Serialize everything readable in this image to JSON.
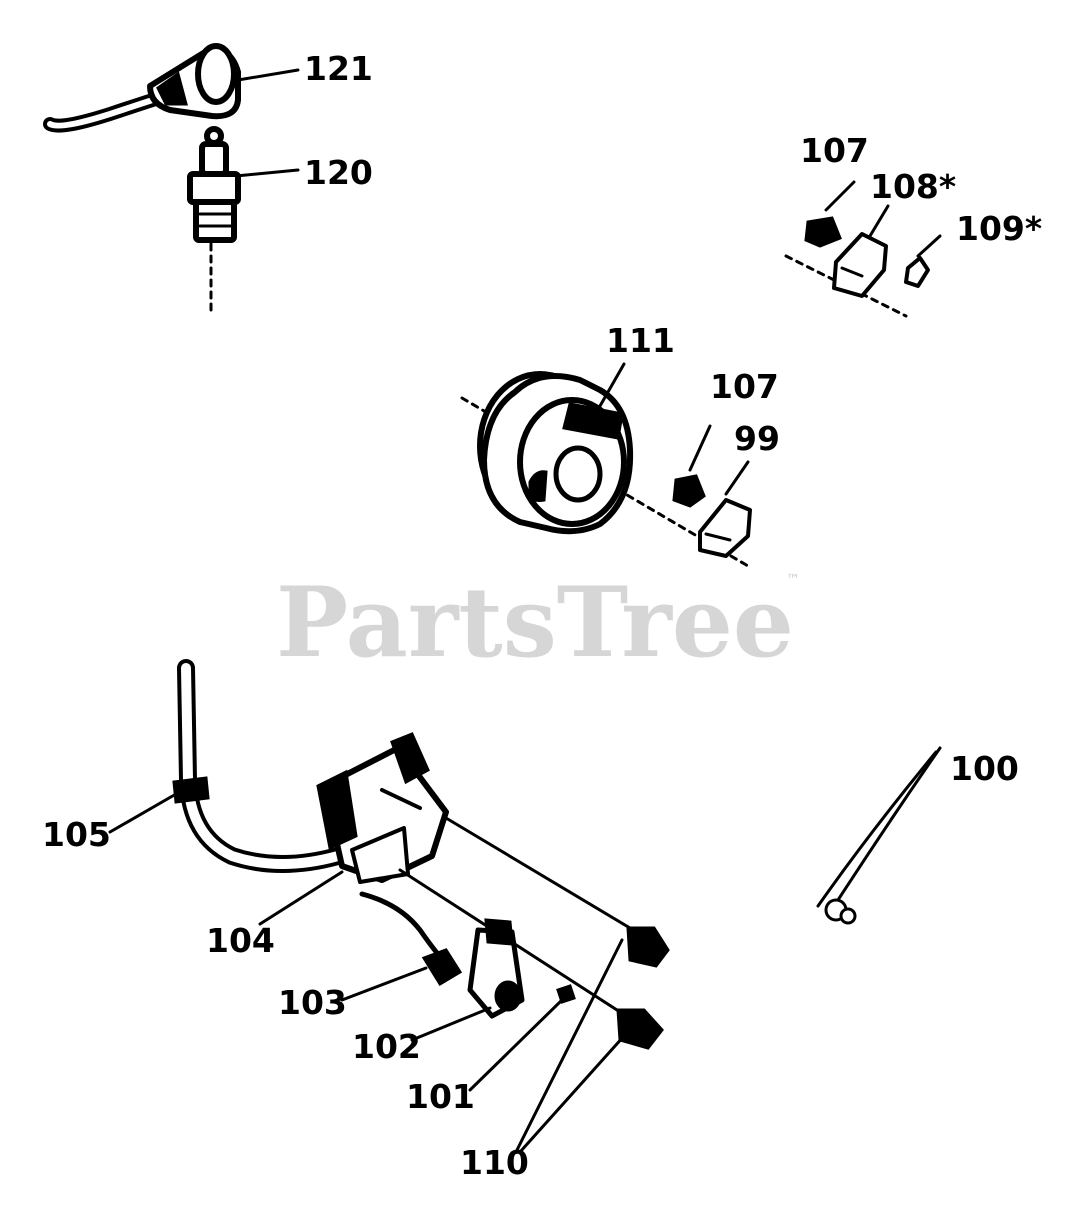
{
  "watermark": {
    "text": "PartsTree",
    "trademark": "™"
  },
  "callouts": {
    "c121": "121",
    "c120": "120",
    "c107a": "107",
    "c108": "108*",
    "c109": "109*",
    "c111": "111",
    "c107b": "107",
    "c99": "99",
    "c100": "100",
    "c105": "105",
    "c104": "104",
    "c103": "103",
    "c102": "102",
    "c101": "101",
    "c110": "110"
  },
  "colors": {
    "ink": "#000000",
    "watermark": "#d6d6d6",
    "background": "#ffffff"
  }
}
